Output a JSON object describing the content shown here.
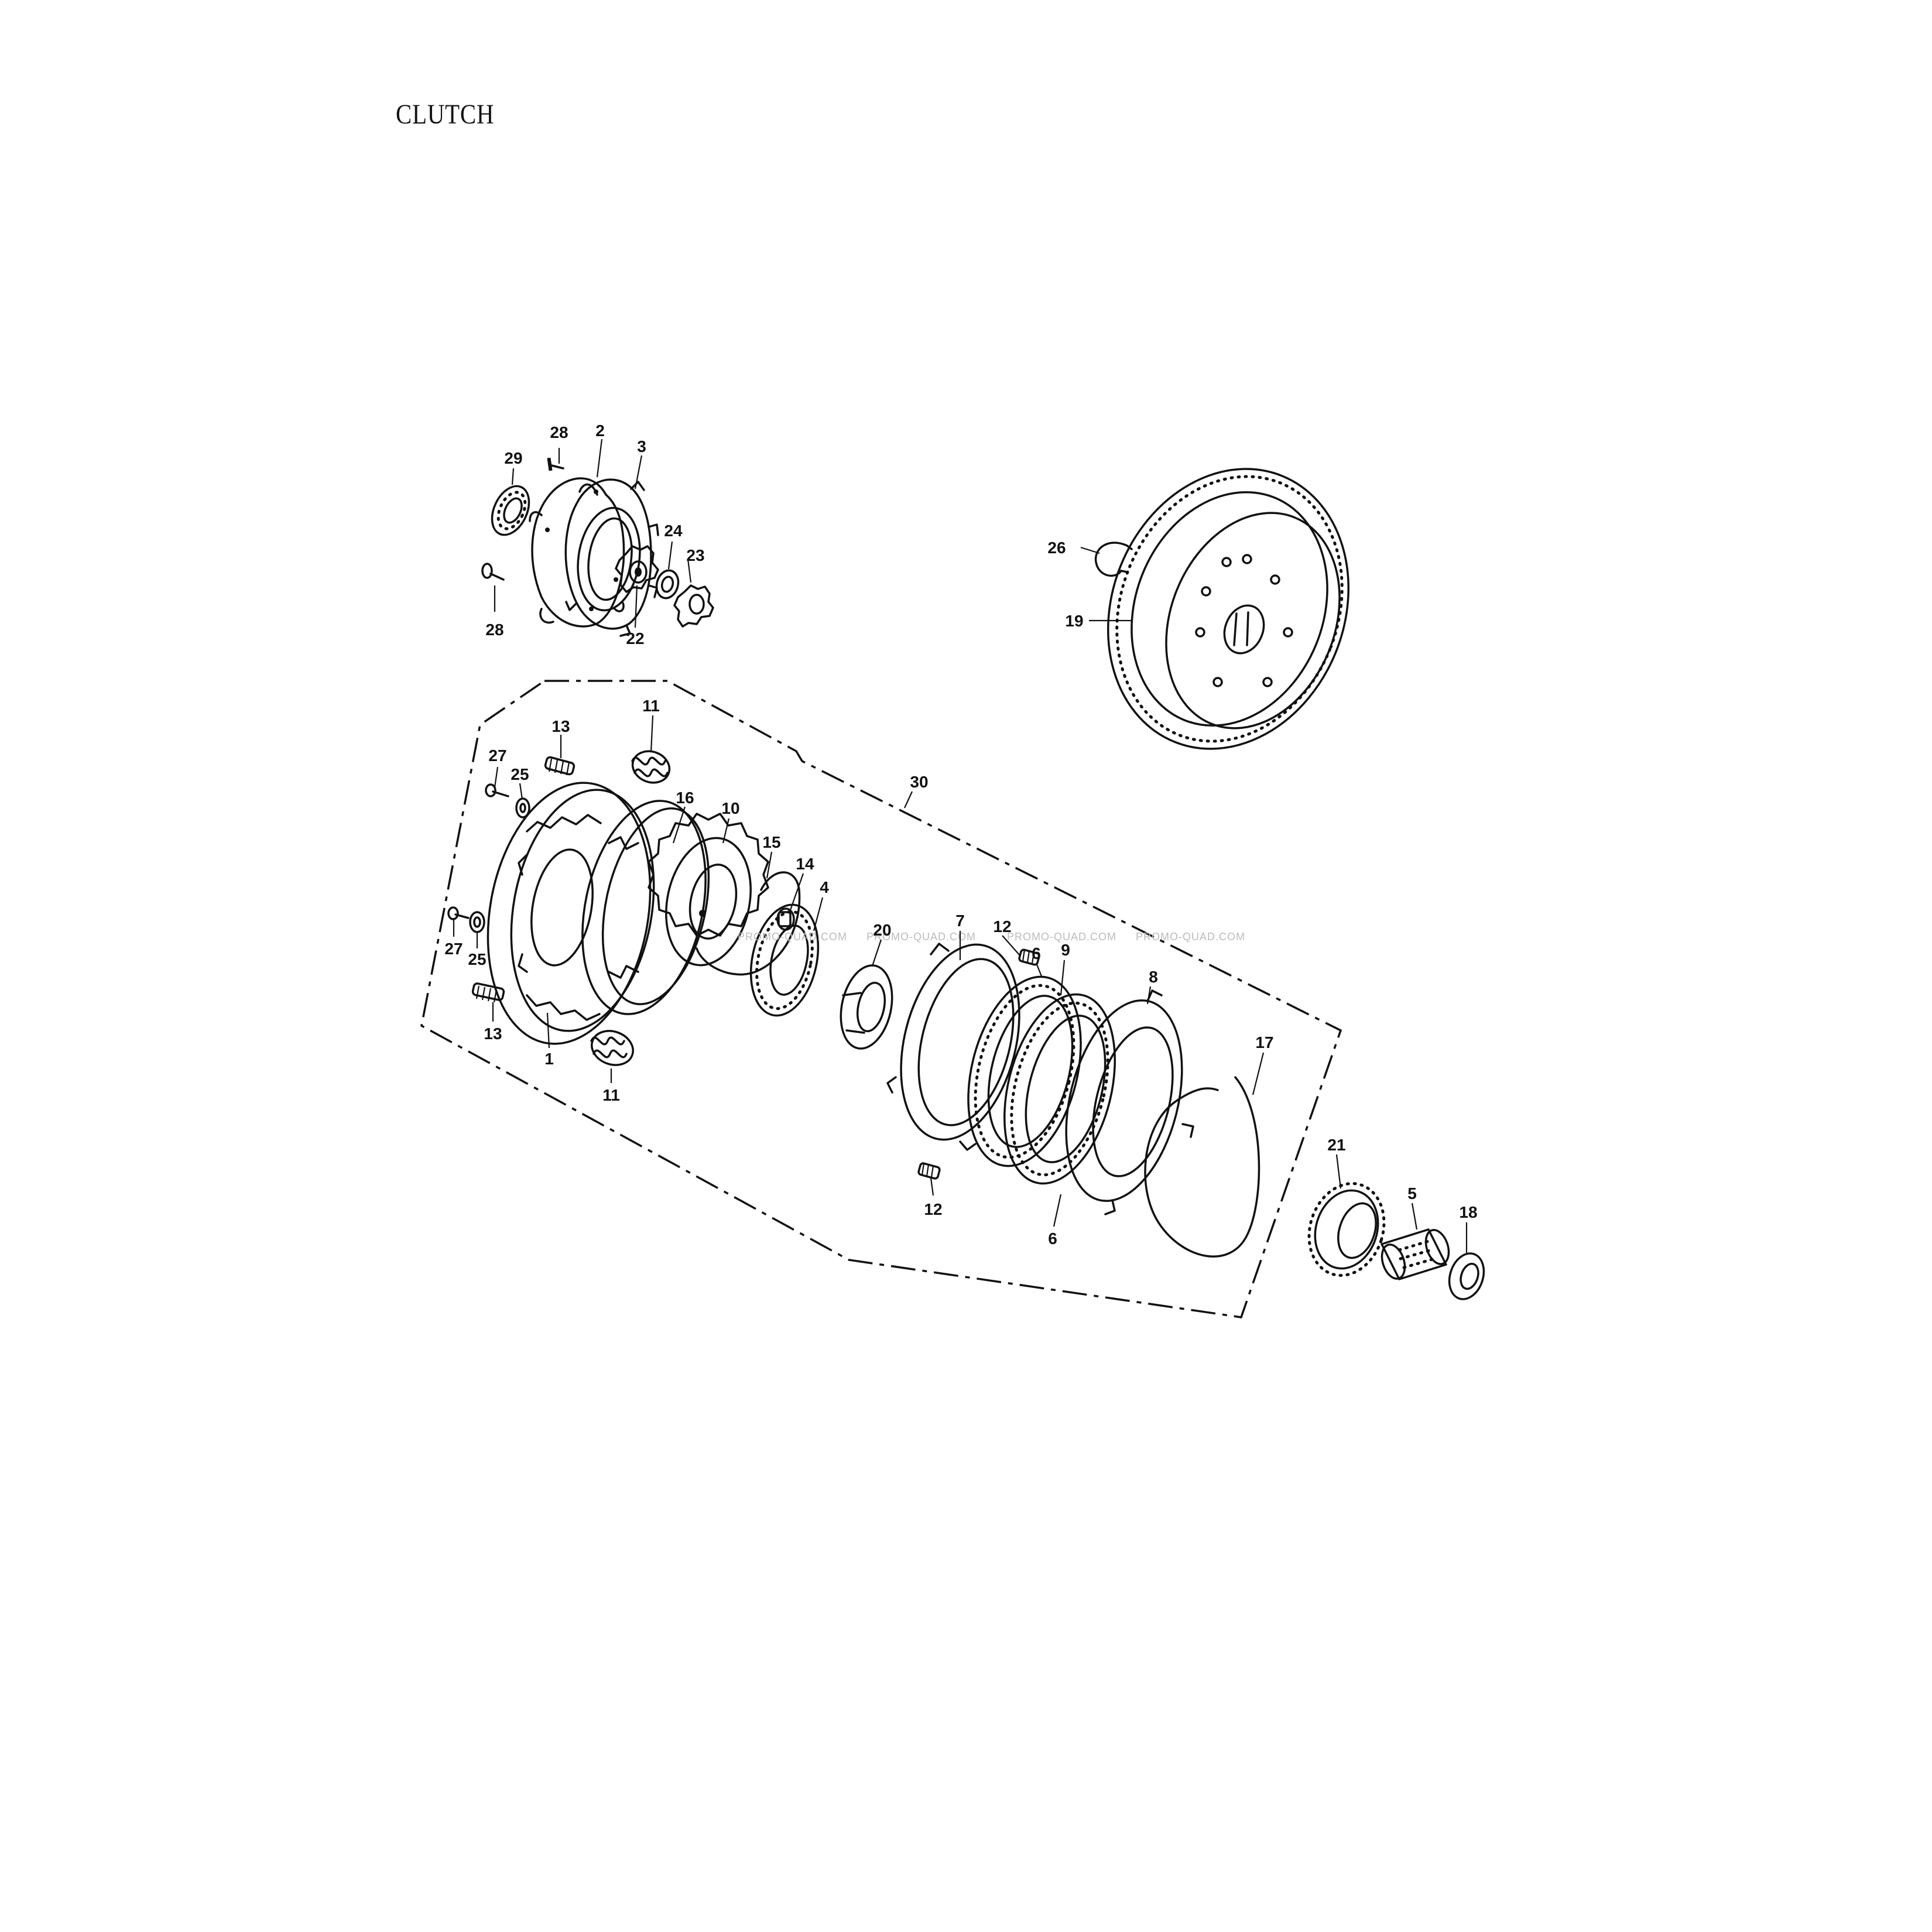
{
  "title": "CLUTCH",
  "watermark": "PROMO-QUAD.COM",
  "callouts": {
    "c1": "1",
    "c2": "2",
    "c3": "3",
    "c4": "4",
    "c5": "5",
    "c6a": "6",
    "c6b": "6",
    "c7": "7",
    "c8": "8",
    "c9": "9",
    "c10": "10",
    "c11a": "11",
    "c11b": "11",
    "c12a": "12",
    "c12b": "12",
    "c13a": "13",
    "c13b": "13",
    "c14": "14",
    "c15": "15",
    "c16": "16",
    "c17": "17",
    "c18": "18",
    "c19": "19",
    "c20": "20",
    "c21": "21",
    "c22": "22",
    "c23": "23",
    "c24": "24",
    "c25a": "25",
    "c25b": "25",
    "c26": "26",
    "c27a": "27",
    "c27b": "27",
    "c28a": "28",
    "c28b": "28",
    "c29": "29",
    "c30": "30"
  }
}
